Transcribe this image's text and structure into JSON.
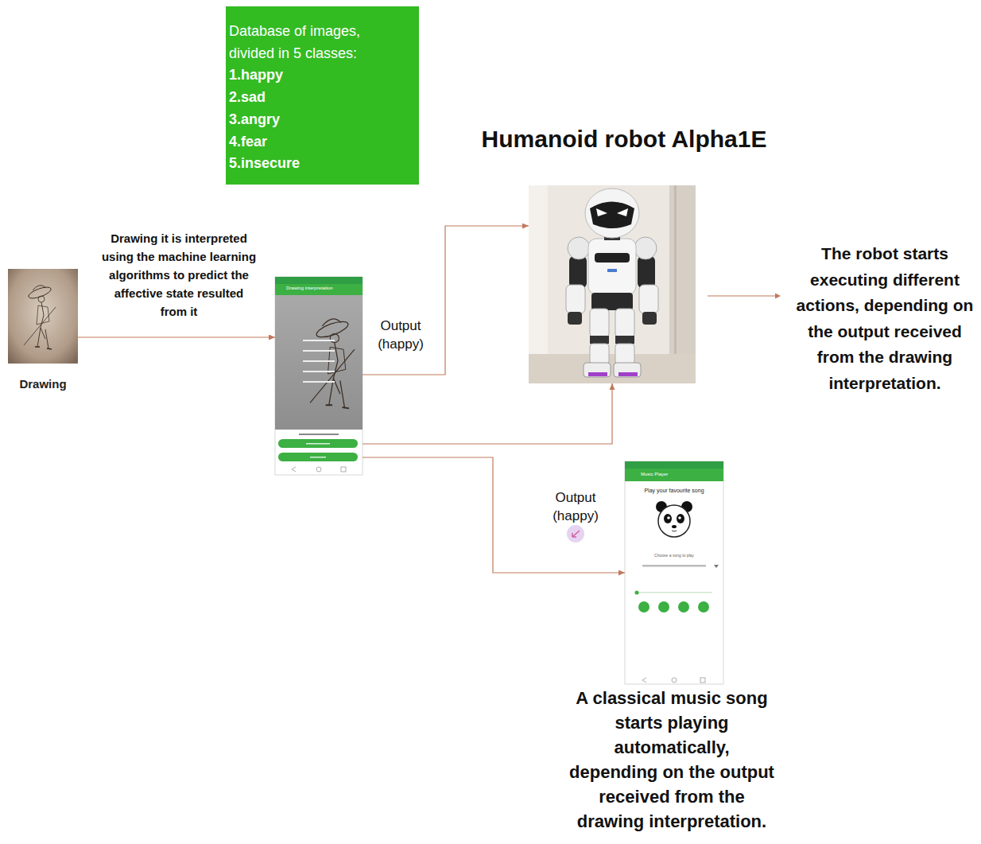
{
  "diagram": {
    "nodes": [
      {
        "text": [
          "Database of images, divided in 5 classes:",
          "1.happy",
          "2.sad",
          "3.angry",
          "4.fear",
          "5.insecure"
        ]
      },
      {
        "text": [
          "Humanoid robot Alpha1E"
        ]
      },
      {
        "text": [
          "Drawing"
        ]
      },
      {
        "text": [
          "Drawing interpretation"
        ]
      },
      {
        "text": [
          "Music Player",
          "Play your favourite song",
          "Choose a song to play"
        ]
      }
    ],
    "edges": [
      {
        "from": 2,
        "to": 3,
        "label": "Drawing it is interpreted using the machine learning algorithms to predict the affective state resulted from it",
        "arrow": "to"
      },
      {
        "from": 3,
        "to": 1,
        "label": "Output (happy)",
        "arrow": "to"
      },
      {
        "from": 3,
        "to": 1,
        "arrow": "to"
      },
      {
        "from": 3,
        "to": 4,
        "label": "Output (happy)",
        "arrow": "to"
      }
    ],
    "labels": [
      "The robot starts executing different actions, depending on the output received from the drawing interpretation.",
      "A classical music song starts playing automatically, depending on the output received from the drawing interpretation."
    ]
  }
}
